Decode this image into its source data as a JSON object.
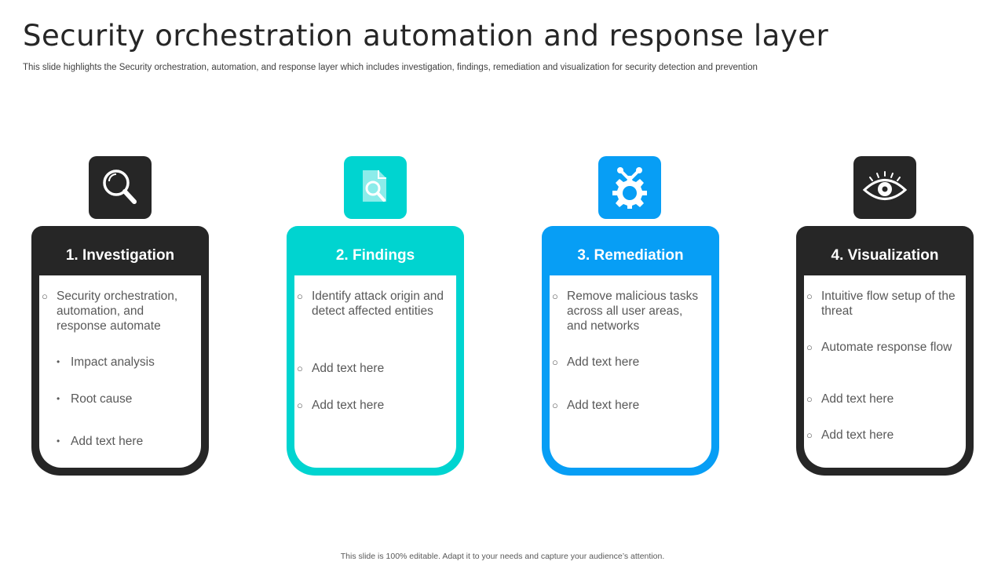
{
  "title": "Security orchestration automation and response layer",
  "subtitle": "This slide highlights the Security orchestration, automation, and response layer which includes investigation, findings, remediation and visualization for security detection and prevention",
  "footer": "This slide is 100% editable. Adapt it to your needs and capture your audience’s attention.",
  "colors": {
    "dark": "#262626",
    "teal": "#00d4d0",
    "blue": "#079ef5"
  },
  "cards": [
    {
      "heading": "1. Investigation",
      "icon": "magnifier-icon",
      "items": [
        {
          "text": "Security orchestration, automation, and response automate",
          "marker": "○"
        },
        {
          "text": "Impact analysis",
          "marker": "•"
        },
        {
          "text": "Root cause",
          "marker": "•"
        },
        {
          "text": "Add text here",
          "marker": "•"
        }
      ]
    },
    {
      "heading": "2. Findings",
      "icon": "document-search-icon",
      "items": [
        {
          "text": "Identify attack origin and detect affected entities",
          "marker": "○"
        },
        {
          "text": "Add text here",
          "marker": "○"
        },
        {
          "text": "Add text here",
          "marker": "○"
        }
      ]
    },
    {
      "heading": "3. Remediation",
      "icon": "gear-tools-icon",
      "items": [
        {
          "text": "Remove malicious tasks across all user areas, and networks",
          "marker": "○"
        },
        {
          "text": "Add text here",
          "marker": "○"
        },
        {
          "text": "Add text here",
          "marker": "○"
        }
      ]
    },
    {
      "heading": "4. Visualization",
      "icon": "eye-icon",
      "items": [
        {
          "text": "Intuitive flow setup of the threat",
          "marker": "○"
        },
        {
          "text": "Automate response flow",
          "marker": "○"
        },
        {
          "text": "Add text here",
          "marker": "○"
        },
        {
          "text": "Add text here",
          "marker": "○"
        }
      ]
    }
  ]
}
